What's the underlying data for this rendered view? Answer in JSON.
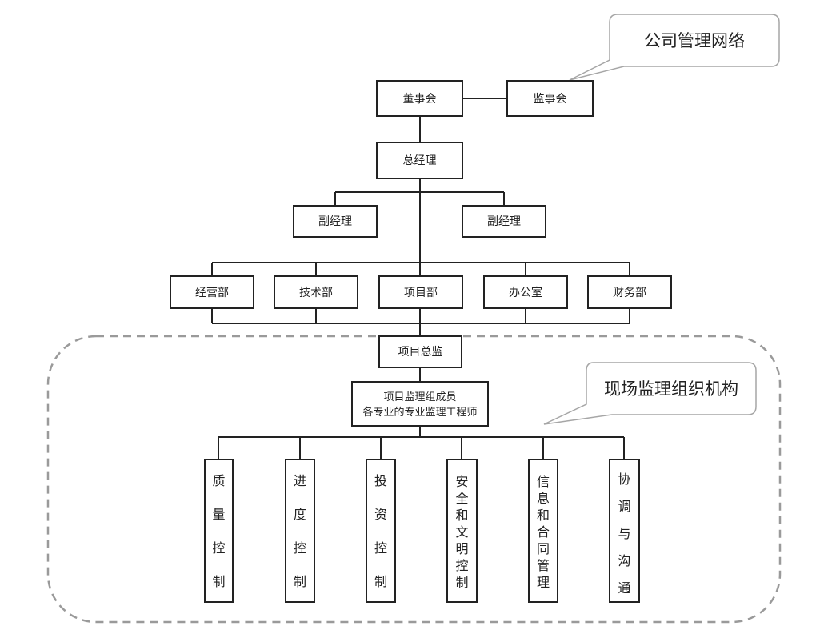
{
  "callouts": {
    "company": "公司管理网络",
    "site": "现场监理组织机构"
  },
  "nodes": {
    "board": "董事会",
    "supervisory_board": "监事会",
    "general_manager": "总经理",
    "deputy_manager_left": "副经理",
    "deputy_manager_right": "副经理",
    "business_dept": "经营部",
    "tech_dept": "技术部",
    "project_dept": "项目部",
    "office": "办公室",
    "finance_dept": "财务部",
    "chief_supervisor": "项目总监",
    "supervision_members": [
      "项目监理组成员",
      "各专业的专业监理工程师"
    ],
    "tasks": [
      [
        "质",
        "量",
        "控",
        "制"
      ],
      [
        "进",
        "度",
        "控",
        "制"
      ],
      [
        "投",
        "资",
        "控",
        "制"
      ],
      [
        "安",
        "全",
        "和",
        "文",
        "明",
        "控",
        "制"
      ],
      [
        "信",
        "息",
        "和",
        "合",
        "同",
        "管",
        "理"
      ],
      [
        "协",
        "调",
        "与",
        "沟",
        "通"
      ]
    ]
  },
  "colors": {
    "line": "#222222",
    "callout_border": "#a6a6a6",
    "dashed_border": "#9a9a9a"
  }
}
